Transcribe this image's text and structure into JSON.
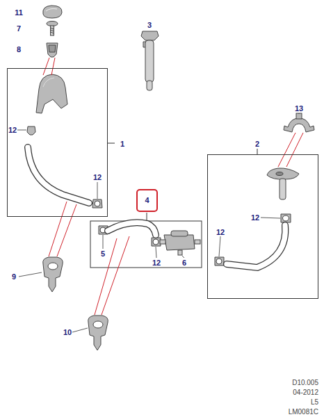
{
  "diagram": {
    "nodes": [
      {
        "text": [
          "1"
        ]
      },
      {
        "text": [
          "2"
        ]
      },
      {
        "text": [
          "4"
        ]
      }
    ],
    "labels": [
      "11",
      "7",
      "8",
      "3",
      "13",
      "12",
      "12",
      "9",
      "12",
      "12",
      "5",
      "12",
      "6",
      "10",
      "D10.005",
      "04-2012",
      "L5",
      "LM0081C"
    ]
  }
}
